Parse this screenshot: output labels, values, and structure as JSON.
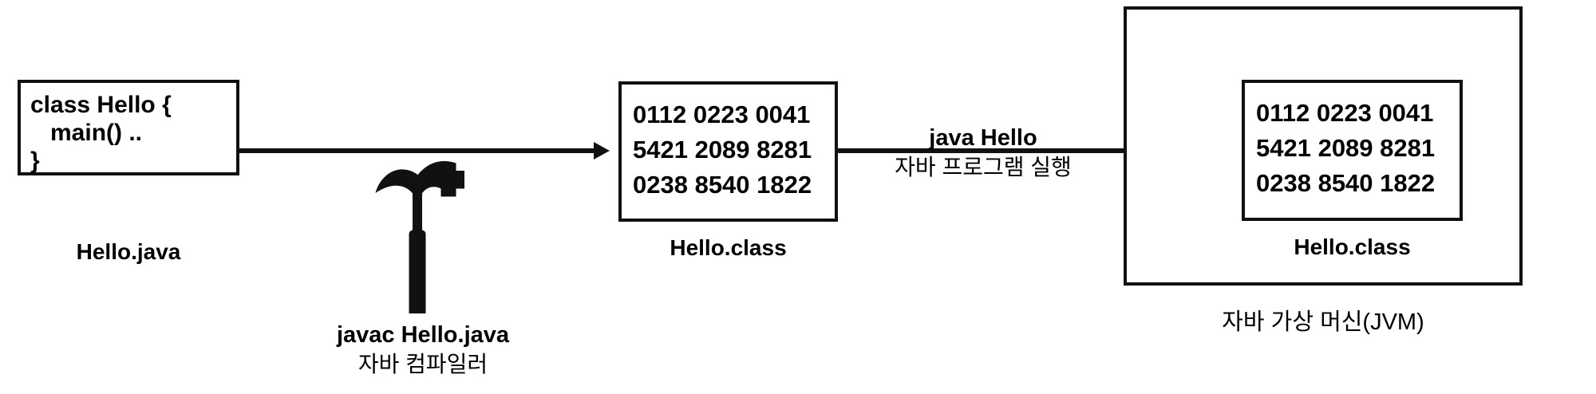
{
  "diagram": {
    "title": "Java compilation and execution flow",
    "colors": {
      "stroke": "#111111",
      "background": "#ffffff",
      "text": "#000000"
    },
    "source_box": {
      "caption": "Hello.java",
      "code_lines": [
        "class Hello {",
        "   main() ..",
        "}"
      ]
    },
    "compiler_step": {
      "icon": "hammer-icon",
      "command": "javac Hello.java",
      "description": "자바 컴파일러"
    },
    "class_box": {
      "caption": "Hello.class",
      "bytecode_lines": [
        "0112 0223 0041",
        "5421 2089 8281",
        "0238 8540 1822"
      ]
    },
    "run_step": {
      "command": "java Hello",
      "description": "자바 프로그램 실행"
    },
    "jvm": {
      "caption": "자바 가상 머신(JVM)",
      "class_box": {
        "caption": "Hello.class",
        "bytecode_lines": [
          "0112 0223 0041",
          "5421 2089 8281",
          "0238 8540 1822"
        ]
      }
    }
  }
}
